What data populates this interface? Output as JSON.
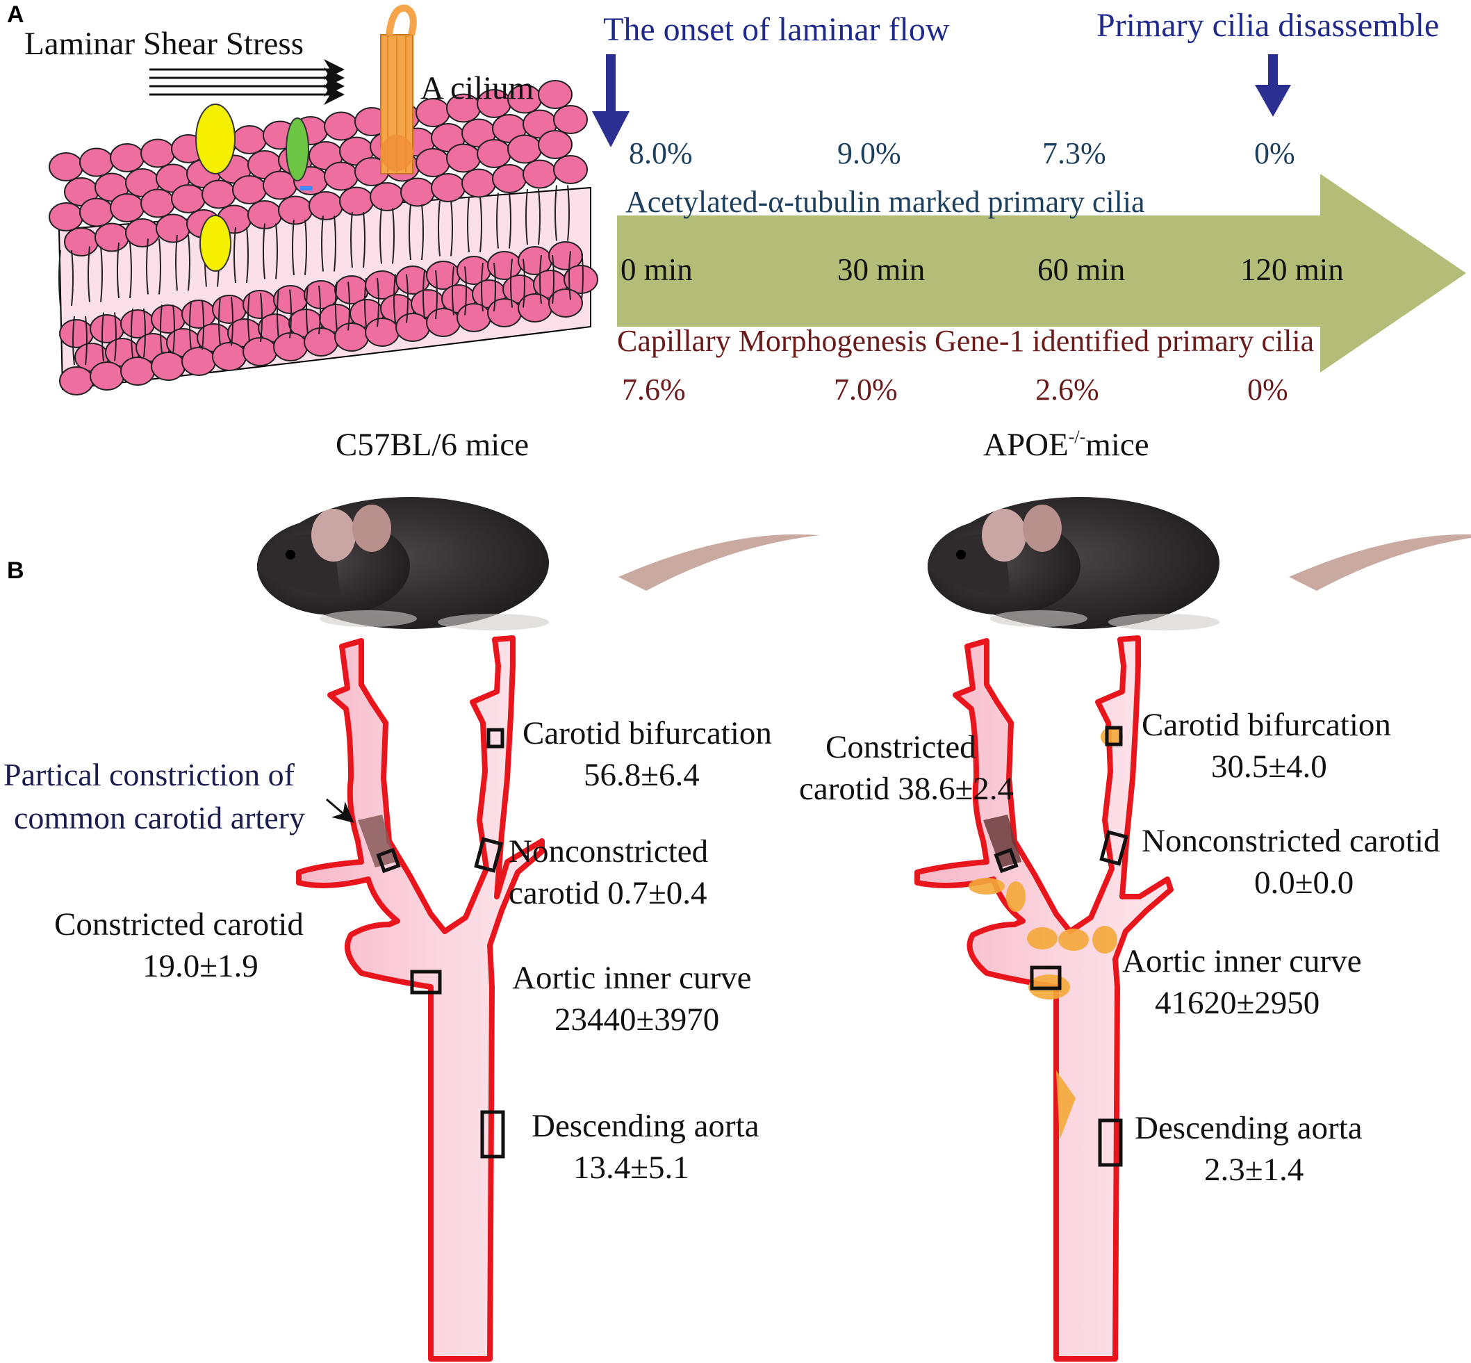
{
  "panel_labels": {
    "a": "A",
    "b": "B"
  },
  "panel_a": {
    "membrane": {
      "shear_label": "Laminar Shear Stress",
      "cilium_label": "A cilium"
    },
    "timeline": {
      "onset_label": "The onset of laminar flow",
      "disassemble_label": "Primary cilia disassemble",
      "top_marker": "Acetylated-α-tubulin marked primary cilia",
      "top_percentages": [
        "8.0%",
        "9.0%",
        "7.3%",
        "0%"
      ],
      "times": [
        "0 min",
        "30 min",
        "60 min",
        "120 min"
      ],
      "bottom_marker": "Capillary Morphogenesis Gene-1 identified primary cilia",
      "bottom_percentages": [
        "7.6%",
        "7.0%",
        "2.6%",
        "0%"
      ]
    },
    "colors": {
      "arrow_fill": "#b3bd78",
      "marker_arrow": "#2b2f91",
      "lipid_head": "#ee6ea0",
      "cilium": "#f6a44a",
      "protein_yellow": "#f4f000",
      "protein_green": "#6cc644"
    }
  },
  "panel_b": {
    "left": {
      "mouse_label": "C57BL/6 mice",
      "constriction_note_line1": "Partical constriction of",
      "constriction_note_line2": "common carotid artery",
      "carotid_bifurcation": {
        "label": "Carotid bifurcation",
        "value": "56.8±6.4"
      },
      "nonconstricted": {
        "label": "Nonconstricted",
        "value_line": "carotid  0.7±0.4"
      },
      "constricted": {
        "label": "Constricted carotid",
        "value": "19.0±1.9"
      },
      "aortic_inner_curve": {
        "label": "Aortic  inner curve",
        "value": "23440±3970"
      },
      "descending_aorta": {
        "label": "Descending aorta",
        "value": "13.4±5.1"
      }
    },
    "right": {
      "mouse_label_main": "APOE",
      "mouse_label_sup": "-/-",
      "mouse_label_tail": "mice",
      "constricted_line1": "Constricted",
      "constricted_line2": "carotid 38.6±2.4",
      "carotid_bifurcation": {
        "label": "Carotid bifurcation",
        "value": "30.5±4.0"
      },
      "nonconstricted": {
        "label": "Nonconstricted carotid",
        "value": "0.0±0.0"
      },
      "aortic_inner_curve": {
        "label": "Aortic inner curve",
        "value": "41620±2950"
      },
      "descending_aorta": {
        "label": "Descending aorta",
        "value": "2.3±1.4"
      }
    },
    "colors": {
      "vessel_fill": "#f9c8d4",
      "vessel_outline": "#e8151c",
      "plaque": "#f4a93a",
      "mouse_body": "#2f2b2c"
    }
  }
}
